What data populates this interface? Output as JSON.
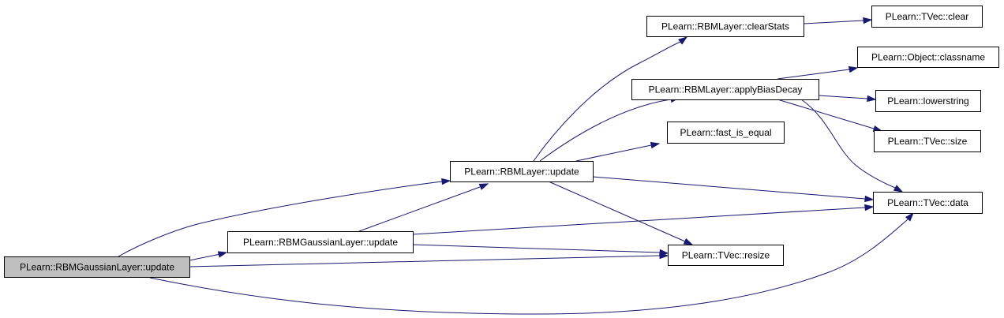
{
  "colors": {
    "edge": "#191970",
    "root_fill": "#bfbfbf",
    "node_fill": "#ffffff",
    "node_border": "#000000"
  },
  "nodes": [
    {
      "id": "root",
      "label": "PLearn::RBMGaussianLayer::update",
      "highlight": true
    },
    {
      "id": "gauss_update",
      "label": "PLearn::RBMGaussianLayer::update",
      "highlight": false
    },
    {
      "id": "rbm_update",
      "label": "PLearn::RBMLayer::update",
      "highlight": false
    },
    {
      "id": "clearStats",
      "label": "PLearn::RBMLayer::clearStats",
      "highlight": false
    },
    {
      "id": "applyBiasDecay",
      "label": "PLearn::RBMLayer::applyBiasDecay",
      "highlight": false
    },
    {
      "id": "fast_is_equal",
      "label": "PLearn::fast_is_equal",
      "highlight": false
    },
    {
      "id": "tvec_resize",
      "label": "PLearn::TVec::resize",
      "highlight": false
    },
    {
      "id": "tvec_clear",
      "label": "PLearn::TVec::clear",
      "highlight": false
    },
    {
      "id": "object_classname",
      "label": "PLearn::Object::classname",
      "highlight": false
    },
    {
      "id": "lowerstring",
      "label": "PLearn::lowerstring",
      "highlight": false
    },
    {
      "id": "tvec_size",
      "label": "PLearn::TVec::size",
      "highlight": false
    },
    {
      "id": "tvec_data",
      "label": "PLearn::TVec::data",
      "highlight": false
    }
  ],
  "edges": [
    {
      "from": "root",
      "to": "gauss_update"
    },
    {
      "from": "root",
      "to": "rbm_update"
    },
    {
      "from": "root",
      "to": "tvec_resize"
    },
    {
      "from": "root",
      "to": "tvec_data"
    },
    {
      "from": "gauss_update",
      "to": "rbm_update"
    },
    {
      "from": "gauss_update",
      "to": "tvec_data"
    },
    {
      "from": "gauss_update",
      "to": "tvec_resize"
    },
    {
      "from": "rbm_update",
      "to": "clearStats"
    },
    {
      "from": "rbm_update",
      "to": "applyBiasDecay"
    },
    {
      "from": "rbm_update",
      "to": "fast_is_equal"
    },
    {
      "from": "rbm_update",
      "to": "tvec_data"
    },
    {
      "from": "rbm_update",
      "to": "tvec_resize"
    },
    {
      "from": "clearStats",
      "to": "tvec_clear"
    },
    {
      "from": "applyBiasDecay",
      "to": "object_classname"
    },
    {
      "from": "applyBiasDecay",
      "to": "lowerstring"
    },
    {
      "from": "applyBiasDecay",
      "to": "tvec_size"
    },
    {
      "from": "applyBiasDecay",
      "to": "tvec_data"
    }
  ]
}
